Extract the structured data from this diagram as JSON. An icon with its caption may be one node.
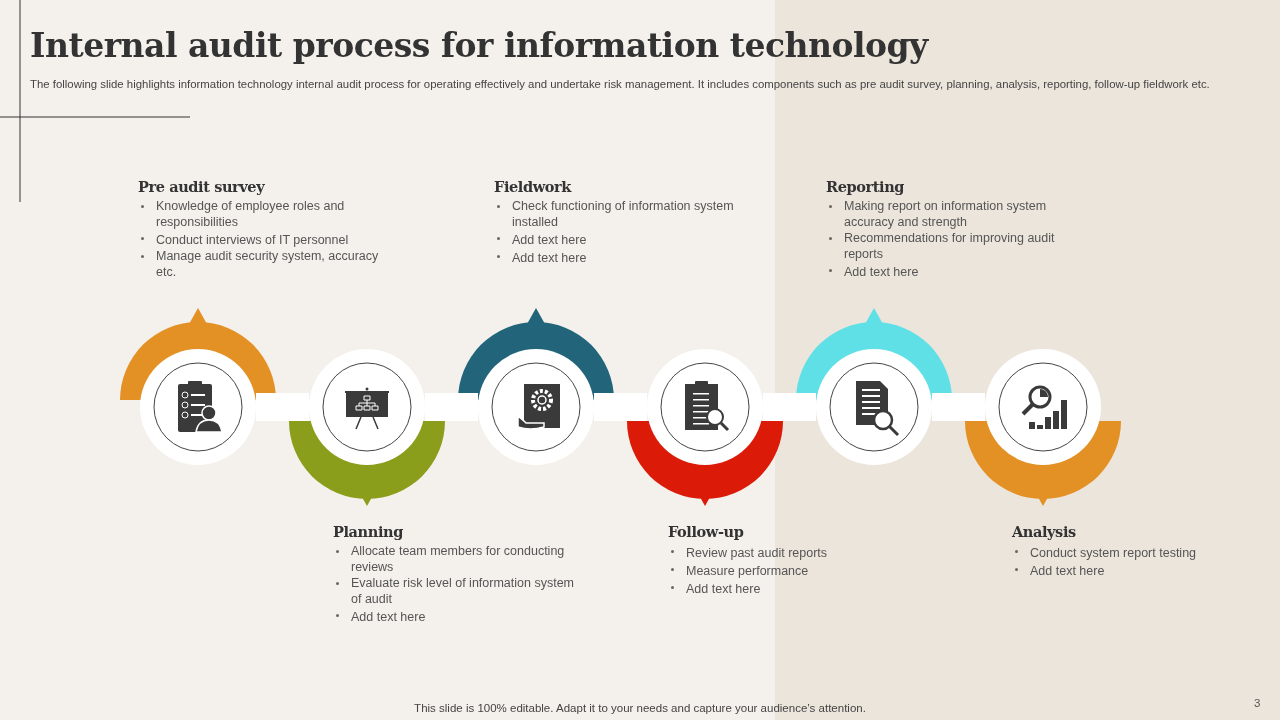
{
  "diagram": {
    "title": "Internal audit process for information technology",
    "caption": "The following slide highlights information technology internal audit process for operating effectively and undertake risk management. It includes components such as pre audit survey, planning, analysis, reporting, follow-up fieldwork etc.",
    "nodes": [
      {
        "text": [
          "Pre audit survey",
          "Knowledge of employee roles and responsibilities",
          "Conduct interviews of IT personnel",
          "Manage audit security system, accuracy etc."
        ]
      },
      {
        "text": [],
        "shape": "circle"
      },
      {
        "text": [
          "Planning",
          "Allocate team members for conducting reviews",
          "Evaluate risk level of information system of audit",
          "Add text here"
        ]
      },
      {
        "text": [],
        "shape": "circle"
      },
      {
        "text": [
          "Fieldwork",
          "Check functioning of information system installed",
          "Add text here",
          "Add text here"
        ]
      },
      {
        "text": [],
        "shape": "circle"
      },
      {
        "text": [
          "Follow-up",
          "Review past audit reports",
          "Measure performance",
          "Add text here"
        ]
      },
      {
        "text": [],
        "shape": "circle"
      },
      {
        "text": [
          "Reporting",
          "Making report on information system accuracy and strength",
          "Recommendations for improving audit reports",
          "Add text here"
        ]
      },
      {
        "text": [],
        "shape": "circle"
      },
      {
        "text": [
          "Analysis",
          "Conduct system report testing",
          "Add text here"
        ]
      },
      {
        "text": [],
        "shape": "circle"
      }
    ],
    "edges": [
      {
        "from": 1,
        "to": 3,
        "arrow": "none"
      },
      {
        "from": 3,
        "to": 5,
        "arrow": "none"
      },
      {
        "from": 5,
        "to": 7,
        "arrow": "none"
      },
      {
        "from": 7,
        "to": 9,
        "arrow": "none"
      },
      {
        "from": 9,
        "to": 11,
        "arrow": "none"
      }
    ],
    "labels": [
      "This slide is 100% editable. Adapt it to your needs and capture your audience’s attention.",
      "3"
    ]
  }
}
